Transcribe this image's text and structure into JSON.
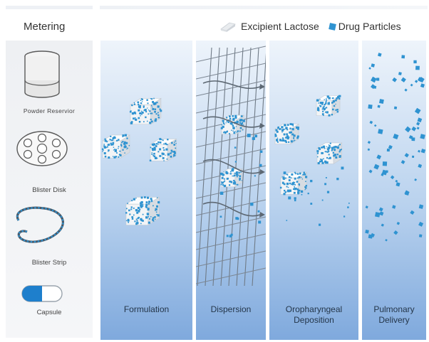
{
  "header": {
    "metering_title": "Metering"
  },
  "legend": {
    "lactose_label": "Excipient Lactose",
    "drug_label": "Drug Particles",
    "lactose_icon": "lactose-cube-icon",
    "drug_icon": "drug-particle-icon"
  },
  "devices": [
    {
      "label": "Powder Reservior",
      "icon": "powder-reservoir-icon"
    },
    {
      "label": "Blister Disk",
      "icon": "blister-disk-icon"
    },
    {
      "label": "Blister Strip",
      "icon": "blister-strip-icon"
    },
    {
      "label": "Capsule",
      "icon": "capsule-icon"
    }
  ],
  "stages": [
    {
      "label_lines": [
        "Formulation"
      ]
    },
    {
      "label_lines": [
        "Dispersion"
      ]
    },
    {
      "label_lines": [
        "Oropharyngeal",
        "Deposition"
      ]
    },
    {
      "label_lines": [
        "Pulmonary",
        "Delivery"
      ]
    }
  ],
  "colors": {
    "drug": "#2f93d1",
    "capsule_blue": "#1e7fcc",
    "panel_top": "#eef4fb",
    "panel_bottom": "#7fa9dd"
  }
}
